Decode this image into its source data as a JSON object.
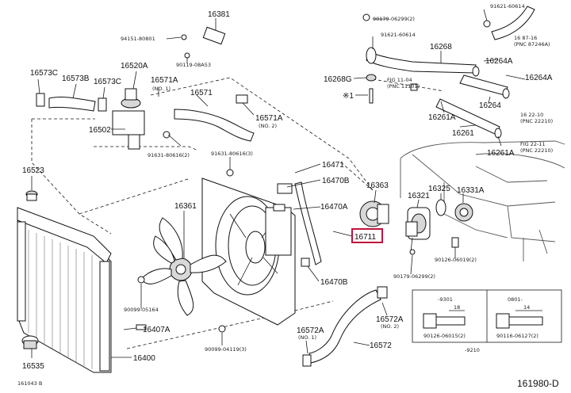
{
  "labels": {
    "p16381": "16381",
    "p90179_06299_top": "90179-06299(2)",
    "p91621_60614_top": "91621-60614",
    "p94151_80801": "94151-80801",
    "p90119_08a53": "90119-08A53",
    "p91621_60614_mid": "91621-60614",
    "p16268": "16268",
    "ref_16_87_16": "16 87-16",
    "ref_pnc_87246a": "(PNC 87246A)",
    "p16264a_top": "16264A",
    "p16573c_left": "16573C",
    "p16573b": "16573B",
    "p16573c_mid": "16573C",
    "p16520a": "16520A",
    "p16571a_top": "16571A",
    "p16571a_no1": "(NO. 1)",
    "p16268g": "16268G",
    "ref_fig_11_04": "FIG 11-04",
    "ref_pnc_11101": "(PNC 11101)",
    "p16264a_right": "16264A",
    "p16571": "16571",
    "mark1": "※1",
    "p16571a_mid": "16571A",
    "p16571a_no2": "(NO. 2)",
    "p16264": "16264",
    "ref_16_22_10": "16 22-10",
    "ref_pnc_22210_a": "(PNC 22210)",
    "p16502": "16502",
    "p16261a_top": "16261A",
    "p16261": "16261",
    "p91631_80616_left": "91631-80616(2)",
    "p91631_80616_mid": "91631-80616(3)",
    "p16261a_bot": "16261A",
    "ref_fig_22_11": "FIG 22-11",
    "ref_pnc_22210_b": "(PNC 22210)",
    "p16523": "16523",
    "p16471": "16471",
    "p16470b_top": "16470B",
    "p16363": "16363",
    "p16325": "16325",
    "p16331a": "16331A",
    "p16321": "16321",
    "p16361": "16361",
    "p16470a": "16470A",
    "p16711": "16711",
    "p90126_06019": "90126-06019(2)",
    "p16470b_bot": "16470B",
    "p90179_06299_mid": "90179-06299(2)",
    "p90099_05164": "90099-05164",
    "p16407a": "16407A",
    "p16572a_right": "16572A",
    "p16572a_right_no2": "(NO. 2)",
    "p16572a_bot": "16572A",
    "p16572a_bot_no1": "(NO. 1)",
    "p16572": "16572",
    "p90099_04119": "90099-04119(3)",
    "p16400": "16400",
    "p16535": "16535",
    "inset_a_head": "-9301",
    "inset_a_dim": "18",
    "inset_a_pn": "90126-06015(2)",
    "inset_b_head": "0801-",
    "inset_b_dim": "14",
    "inset_b_pn": "90116-06127(2)",
    "inset_bottom": "-9210",
    "footer_left": "161043 B",
    "footer_right": "161980-D"
  },
  "highlight_color": "#c0143c"
}
